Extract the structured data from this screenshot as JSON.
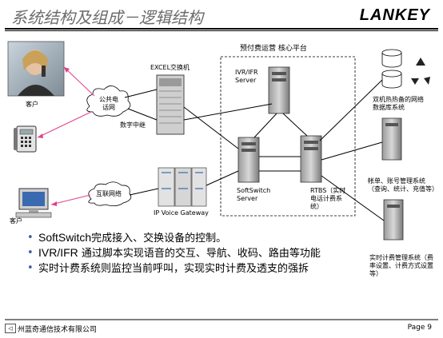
{
  "header": {
    "title": "系统结构及组成－逻辑结构",
    "logo": "LANKEY"
  },
  "diagram": {
    "platform_label": "预付费运营 核心平台",
    "exchange_label": "EXCEL交换机",
    "pstn_label": "公共电话网",
    "digital_trunk_label": "数字中继",
    "internet_label": "互联网络",
    "gateway_label": "IP Voice Gateway",
    "ivr_label": "IVR/IFR Server",
    "softswitch_label": "SoftSwitch Server",
    "rtbs_label": "RTBS（实时电话计费系统）",
    "database_label": "双机热热备的网络数据库系统",
    "account_label": "帐单、账号管理系统（查询、统计、充值等）",
    "billing_label": "实时计费管理系统（费率设置、计费方式设置等）",
    "customer1_label": "客户",
    "customer2_label": "客户"
  },
  "bullets": [
    {
      "lead": "SoftSwitch",
      "text": "完成接入、交换设备的控制。"
    },
    {
      "lead": "IVR/IFR",
      "text": " 通过脚本实现语音的交互、导航、收码、路由等功能"
    },
    {
      "lead": "",
      "text": "实时计费系统则监控当前呼叫，实现实时计费及透支的强拆"
    }
  ],
  "footer": {
    "company": "州蓝奇通信技术有限公司",
    "page": "Page 9"
  },
  "colors": {
    "link": "#e0408c",
    "bullet": "#3b5aa7"
  }
}
